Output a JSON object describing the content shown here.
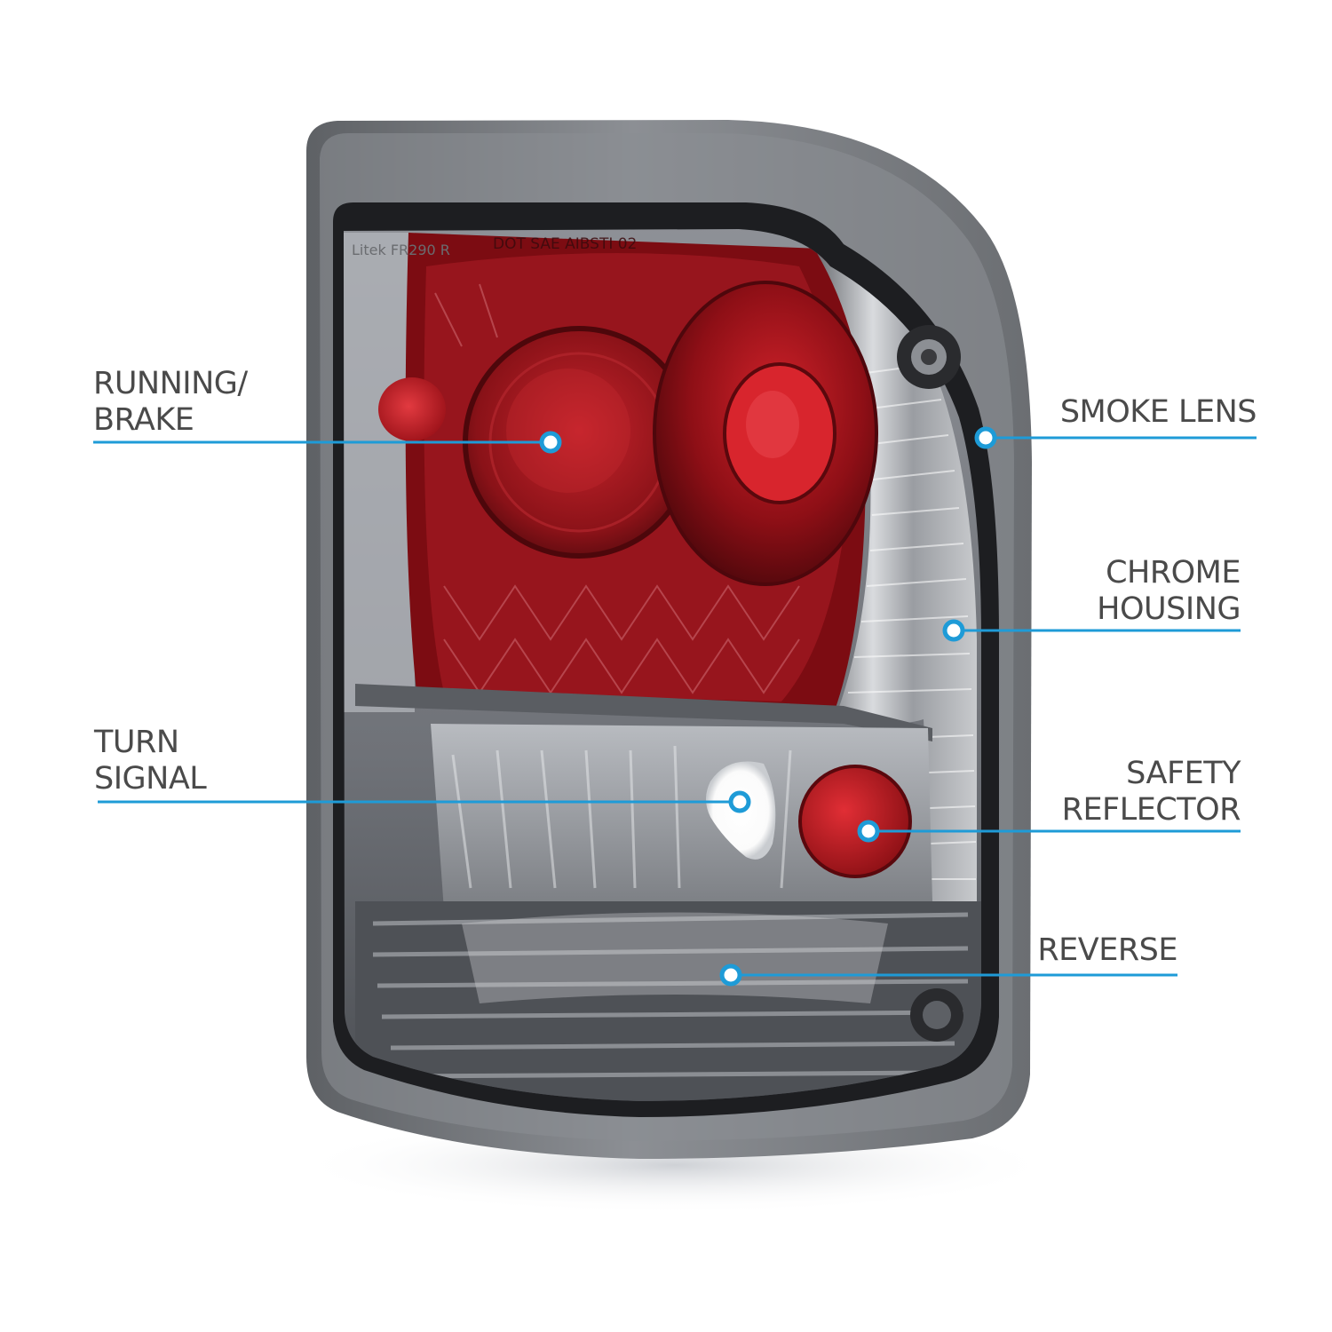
{
  "accent_color": "#1e9bd7",
  "text_color": "#4a4a4a",
  "callouts": {
    "running_brake": {
      "line1": "RUNNING/",
      "line2": "BRAKE"
    },
    "turn_signal": {
      "line1": "TURN",
      "line2": "SIGNAL"
    },
    "smoke_lens": {
      "line1": "SMOKE LENS"
    },
    "chrome_housing": {
      "line1": "CHROME",
      "line2": "HOUSING"
    },
    "safety_reflector": {
      "line1": "SAFETY",
      "line2": "REFLECTOR"
    },
    "reverse": {
      "line1": "REVERSE"
    }
  },
  "lens_markings": {
    "part_code": "Litek FR290 R",
    "dot_code": "DOT SAE AIBSTI 02"
  }
}
